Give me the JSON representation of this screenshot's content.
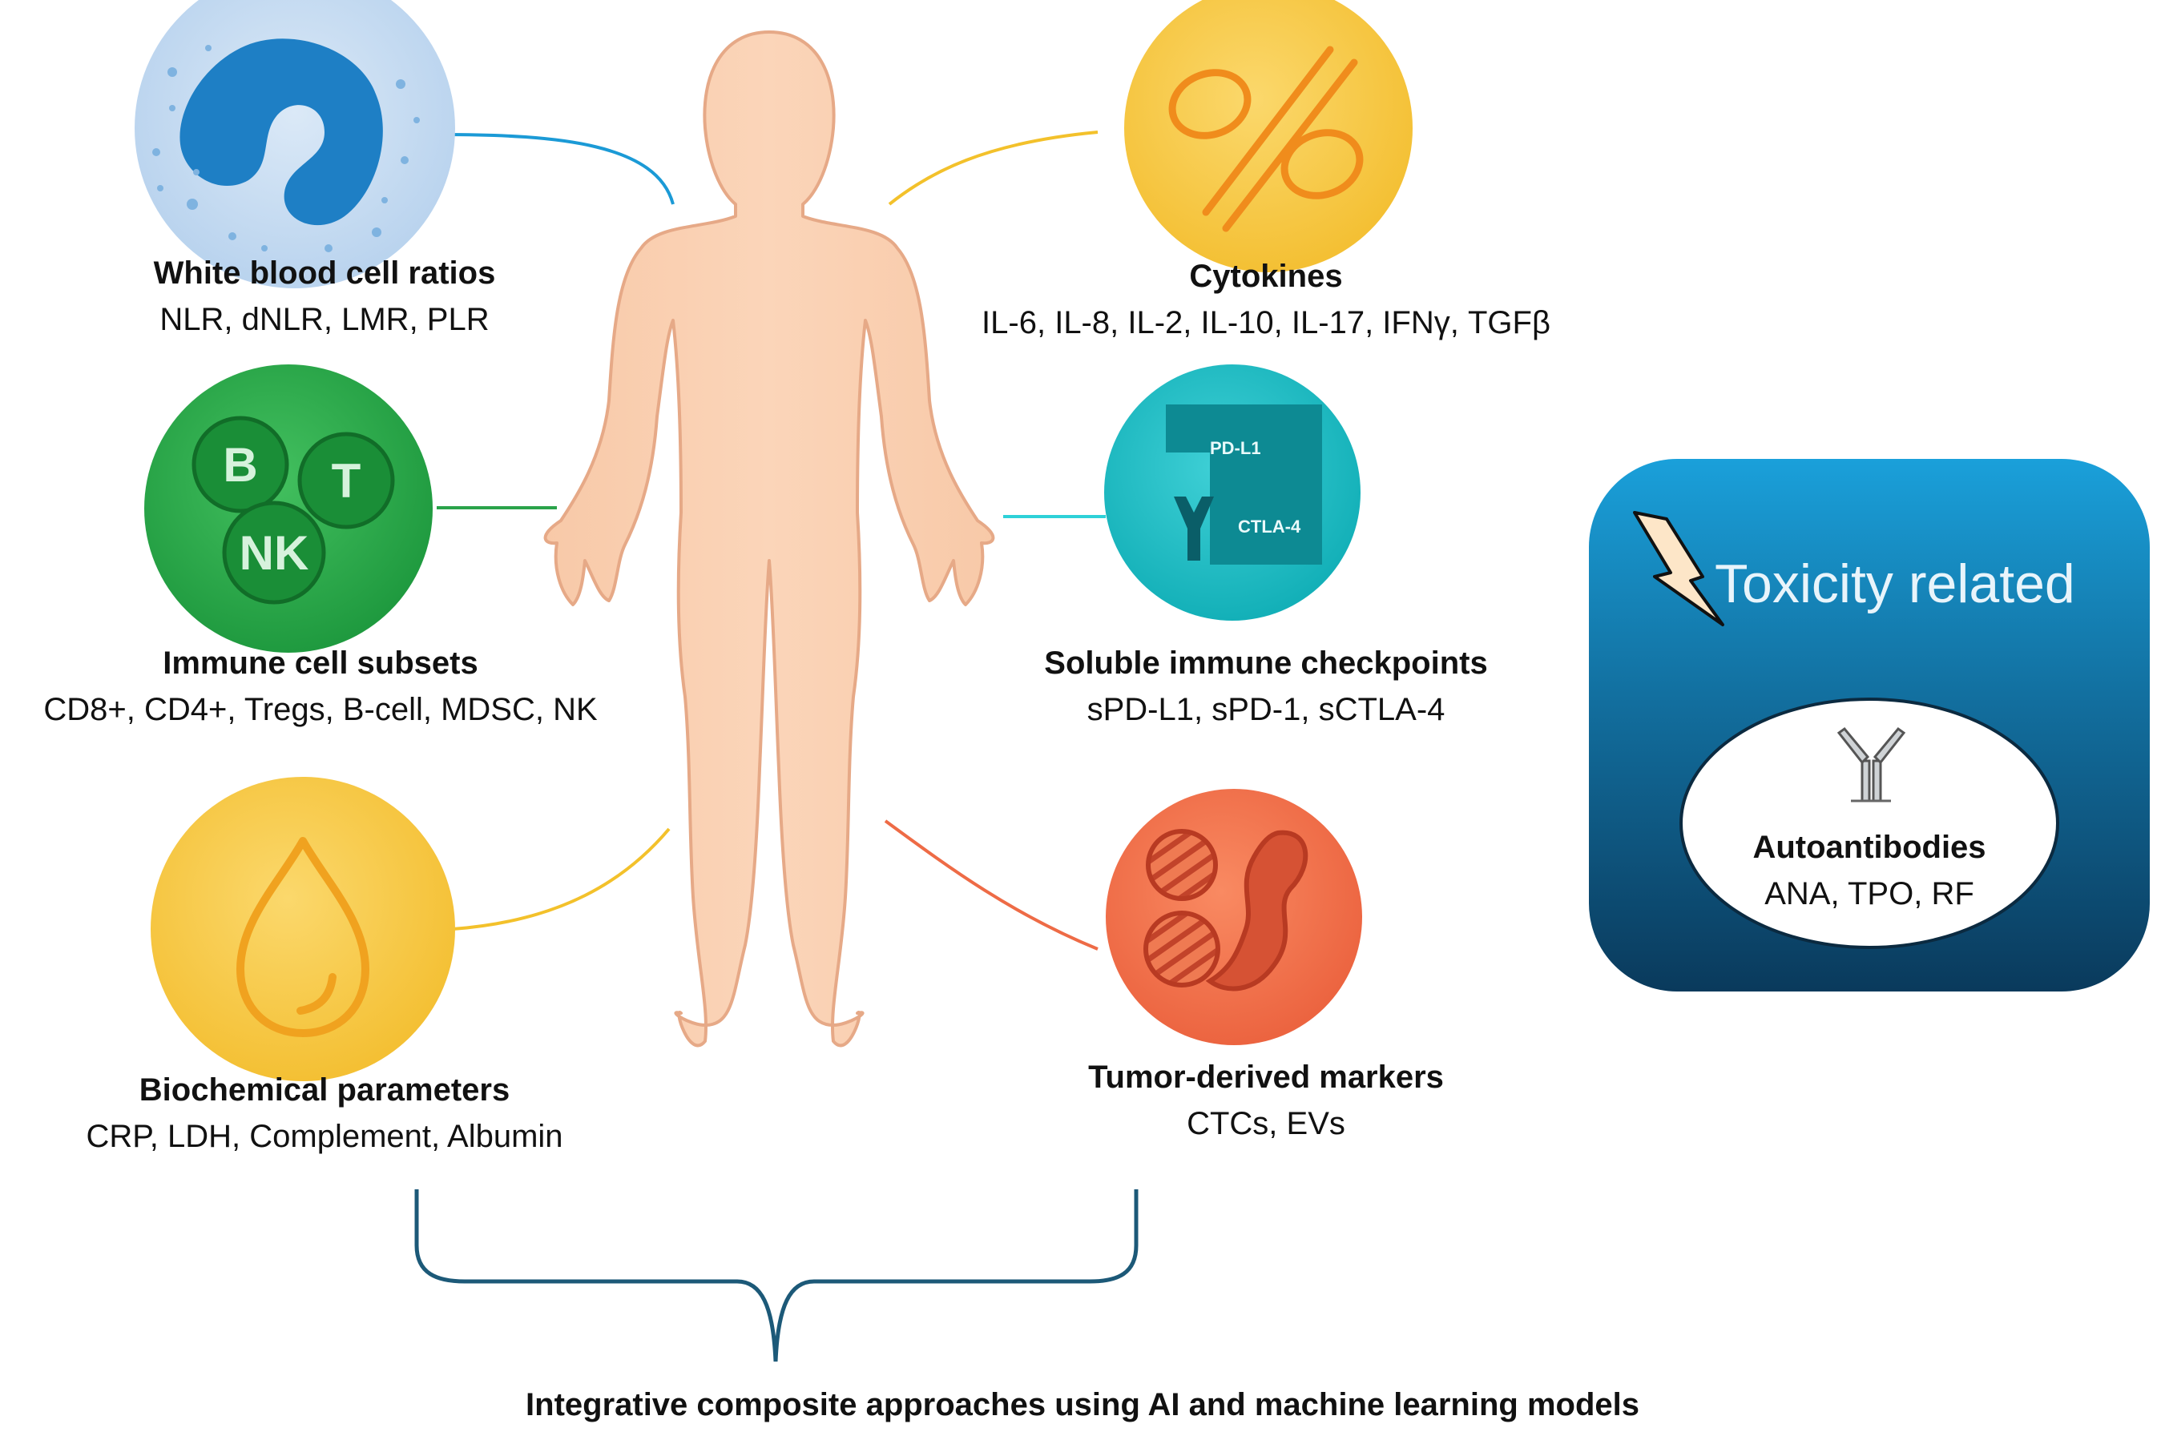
{
  "categories": {
    "wbc": {
      "title": "White blood cell ratios",
      "items": "NLR, dNLR, LMR, PLR",
      "color": "#1b7fc4"
    },
    "immune": {
      "title": "Immune cell subsets",
      "items": "CD8+, CD4+, Tregs, B-cell, MDSC, NK",
      "color": "#2aa34a",
      "cell_labels": [
        "B",
        "T",
        "NK"
      ]
    },
    "biochem": {
      "title": "Biochemical parameters",
      "items": "CRP, LDH, Complement, Albumin",
      "color": "#f3c12b"
    },
    "cytokines": {
      "title": "Cytokines",
      "items": "IL-6, IL-8, IL-2, IL-10, IL-17, IFNγ, TGFβ",
      "color": "#f2c531"
    },
    "checkpoints": {
      "title": "Soluble immune checkpoints",
      "items": "sPD-L1, sPD-1, sCTLA-4",
      "color": "#1fbcc4",
      "badge_labels": [
        "PD-L1",
        "CTLA-4"
      ]
    },
    "tumor": {
      "title": "Tumor-derived markers",
      "items": "CTCs, EVs",
      "color": "#ee6b46"
    }
  },
  "toxicity": {
    "title": "Toxicity related",
    "marker_title": "Autoantibodies",
    "marker_items": "ANA, TPO, RF",
    "color_top": "#1aa0da",
    "color_bottom": "#0a3a5c"
  },
  "bottom_caption": "Integrative composite approaches using AI and machine learning models",
  "icons": [
    "neutrophil-icon",
    "percent-icon",
    "lymphocytes-icon",
    "checkpoint-icon",
    "droplet-icon",
    "tumor-cells-icon",
    "lightning-icon",
    "antibody-icon",
    "human-body-icon",
    "curly-brace-icon"
  ]
}
